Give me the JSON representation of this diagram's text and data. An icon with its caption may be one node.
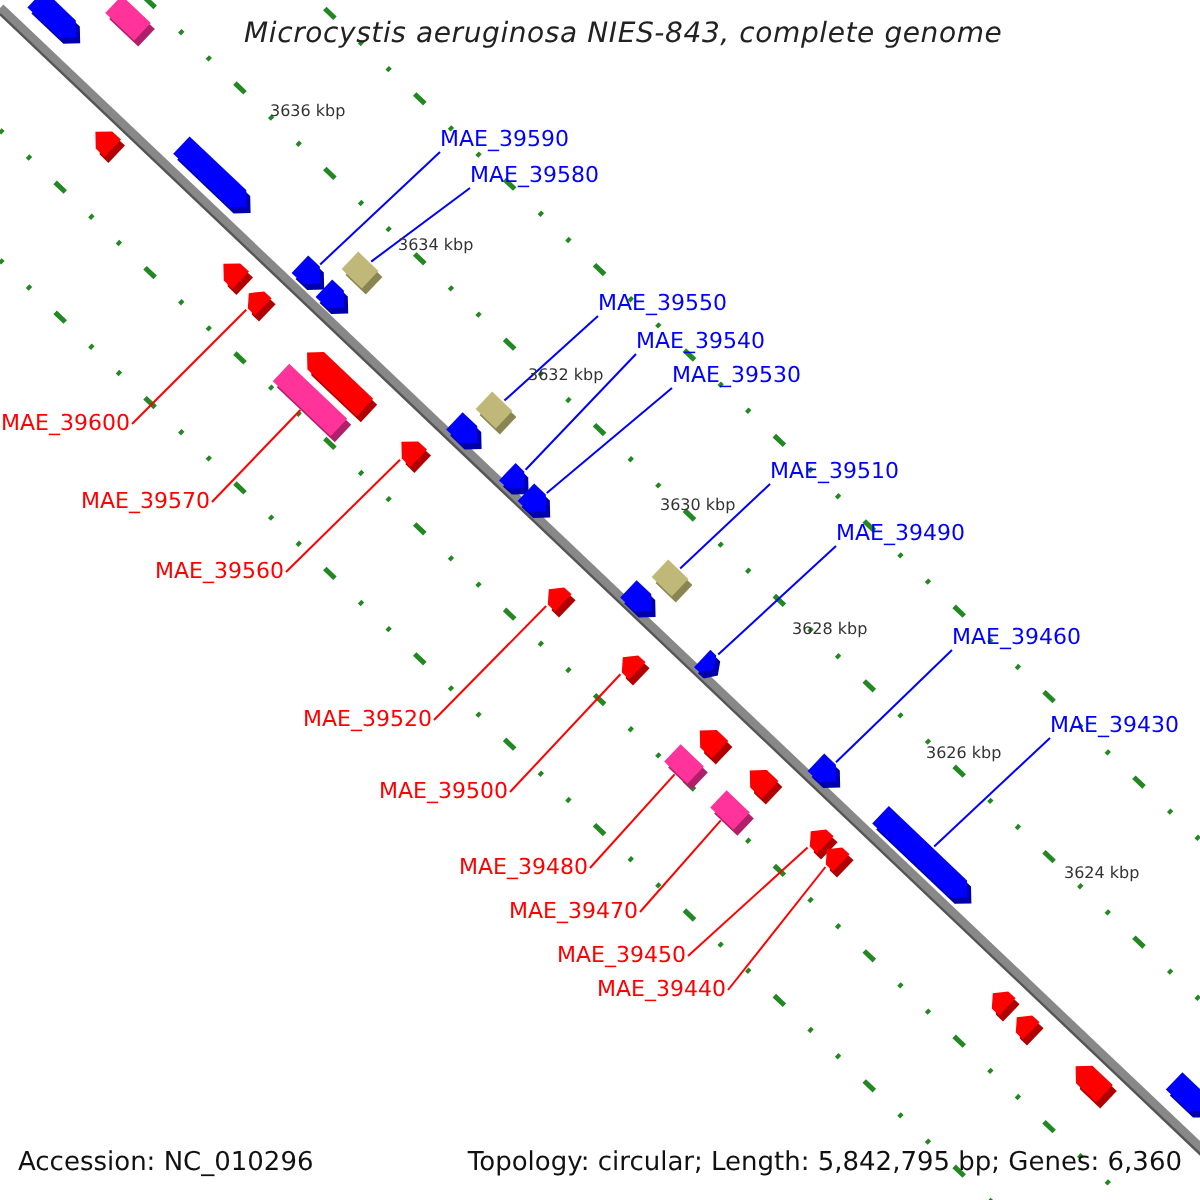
{
  "diagram": {
    "title": "Microcystis aeruginosa NIES-843, complete genome",
    "nodes": [
      {
        "text": [
          "MAE_39590"
        ]
      },
      {
        "text": [
          "MAE_39580"
        ]
      },
      {
        "text": [
          "MAE_39550"
        ]
      },
      {
        "text": [
          "MAE_39540"
        ]
      },
      {
        "text": [
          "MAE_39530"
        ]
      },
      {
        "text": [
          "MAE_39510"
        ]
      },
      {
        "text": [
          "MAE_39490"
        ]
      },
      {
        "text": [
          "MAE_39460"
        ]
      },
      {
        "text": [
          "MAE_39430"
        ]
      },
      {
        "text": [
          "MAE_39600"
        ]
      },
      {
        "text": [
          "MAE_39570"
        ]
      },
      {
        "text": [
          "MAE_39560"
        ]
      },
      {
        "text": [
          "MAE_39520"
        ]
      },
      {
        "text": [
          "MAE_39500"
        ]
      },
      {
        "text": [
          "MAE_39480"
        ]
      },
      {
        "text": [
          "MAE_39470"
        ]
      },
      {
        "text": [
          "MAE_39450"
        ]
      },
      {
        "text": [
          "MAE_39440"
        ]
      },
      {
        "text": [],
        "shape": "box"
      },
      {
        "text": [],
        "shape": "bar"
      },
      {
        "text": [],
        "shape": "bar"
      },
      {
        "text": [],
        "shape": "bar"
      },
      {
        "text": [],
        "shape": "box"
      },
      {
        "text": [],
        "shape": "bar"
      },
      {
        "text": [],
        "shape": "bar"
      },
      {
        "text": [],
        "shape": "bar"
      },
      {
        "text": [],
        "shape": "bar"
      },
      {
        "text": [],
        "shape": "bar"
      },
      {
        "text": [],
        "shape": "box"
      },
      {
        "text": [],
        "shape": "box"
      },
      {
        "text": [],
        "shape": "bar"
      },
      {
        "text": [],
        "shape": "bar"
      },
      {
        "text": [],
        "shape": "bar"
      },
      {
        "text": [],
        "shape": "bar"
      },
      {
        "text": [],
        "shape": "box"
      },
      {
        "text": [],
        "shape": "bar"
      },
      {
        "text": [],
        "shape": "bar"
      },
      {
        "text": [],
        "shape": "bar"
      },
      {
        "text": [],
        "shape": "bar"
      },
      {
        "text": [],
        "shape": "bar"
      },
      {
        "text": [],
        "shape": "box"
      },
      {
        "text": [],
        "shape": "bar"
      },
      {
        "text": [],
        "shape": "bar"
      },
      {
        "text": [],
        "shape": "box"
      },
      {
        "text": [],
        "shape": "bar"
      },
      {
        "text": [],
        "shape": "bar"
      },
      {
        "text": [],
        "shape": "bar"
      },
      {
        "text": [],
        "shape": "bar"
      },
      {
        "text": [],
        "shape": "bar"
      },
      {
        "text": [],
        "shape": "bar"
      },
      {
        "text": [],
        "shape": "bar"
      }
    ],
    "edges": [
      {
        "from": 0,
        "to": 24,
        "arrow": "none",
        "color": "#0000ff"
      },
      {
        "from": 1,
        "to": 22,
        "arrow": "none",
        "color": "#0000ff"
      },
      {
        "from": 2,
        "to": 29,
        "arrow": "none",
        "color": "#0000ff"
      },
      {
        "from": 3,
        "to": 32,
        "arrow": "none",
        "color": "#0000ff"
      },
      {
        "from": 4,
        "to": 33,
        "arrow": "none",
        "color": "#0000ff"
      },
      {
        "from": 5,
        "to": 34,
        "arrow": "none",
        "color": "#0000ff"
      },
      {
        "from": 6,
        "to": 38,
        "arrow": "none",
        "color": "#0000ff"
      },
      {
        "from": 7,
        "to": 41,
        "arrow": "none",
        "color": "#0000ff"
      },
      {
        "from": 8,
        "to": 46,
        "arrow": "none",
        "color": "#0000ff"
      },
      {
        "from": 9,
        "to": 26,
        "arrow": "none",
        "color": "#ff0000"
      },
      {
        "from": 10,
        "to": 28,
        "arrow": "none",
        "color": "#ff0000"
      },
      {
        "from": 11,
        "to": 31,
        "arrow": "none",
        "color": "#ff0000"
      },
      {
        "from": 12,
        "to": 35,
        "arrow": "none",
        "color": "#ff0000"
      },
      {
        "from": 13,
        "to": 37,
        "arrow": "none",
        "color": "#ff0000"
      },
      {
        "from": 14,
        "to": 40,
        "arrow": "none",
        "color": "#ff0000"
      },
      {
        "from": 15,
        "to": 43,
        "arrow": "none",
        "color": "#ff0000"
      },
      {
        "from": 16,
        "to": 44,
        "arrow": "none",
        "color": "#ff0000"
      },
      {
        "from": 17,
        "to": 45,
        "arrow": "none",
        "color": "#ff0000"
      }
    ],
    "labels": [
      "3636 kbp",
      "3634 kbp",
      "3632 kbp",
      "3630 kbp",
      "3628 kbp",
      "3626 kbp",
      "3624 kbp",
      "Accession: NC_010296",
      "Topology: circular; Length: 5,842,795 bp; Genes: 6,360"
    ]
  }
}
